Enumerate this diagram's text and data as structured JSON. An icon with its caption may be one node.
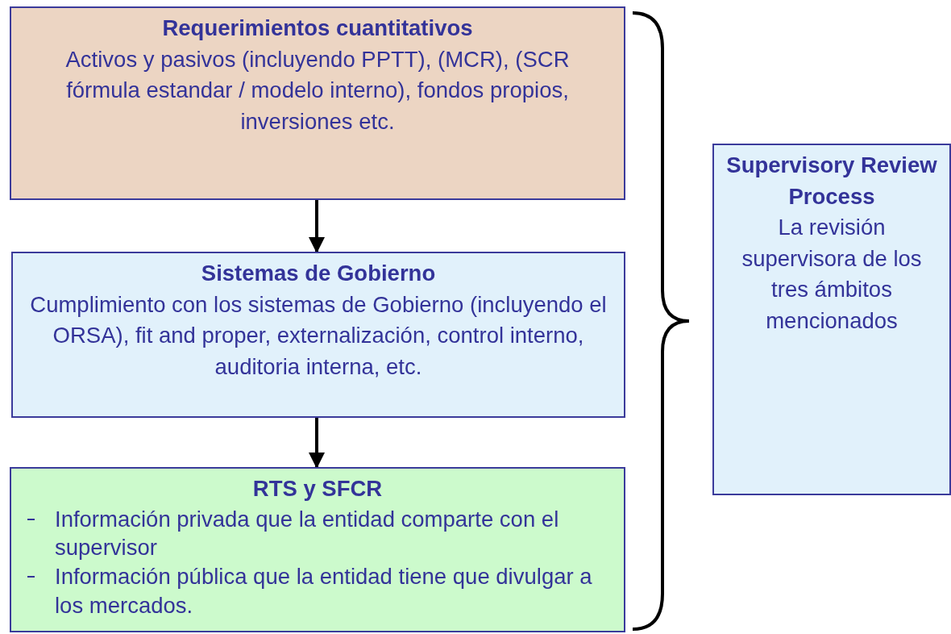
{
  "diagram": {
    "nodes": [
      {
        "text": [
          "Requerimientos cuantitativos",
          "Activos y pasivos (incluyendo PPTT), (MCR), (SCR fórmula estandar / modelo interno), fondos propios, inversiones etc."
        ]
      },
      {
        "text": [
          "Sistemas de Gobierno",
          "Cumplimiento con los sistemas de Gobierno (incluyendo el  ORSA), fit and proper, externalización, control interno, auditoria interna, etc."
        ]
      },
      {
        "text": [
          "RTS y SFCR",
          "Información privada que la entidad comparte con el supervisor",
          "Información pública que la entidad tiene que divulgar a los mercados."
        ]
      },
      {
        "text": [
          "Supervisory Review Process",
          "La revisión supervisora de los tres ámbitos mencionados"
        ]
      }
    ],
    "edges": [
      {
        "from": 0,
        "to": 1,
        "arrow": "to"
      },
      {
        "from": 1,
        "to": 2,
        "arrow": "to"
      }
    ]
  }
}
